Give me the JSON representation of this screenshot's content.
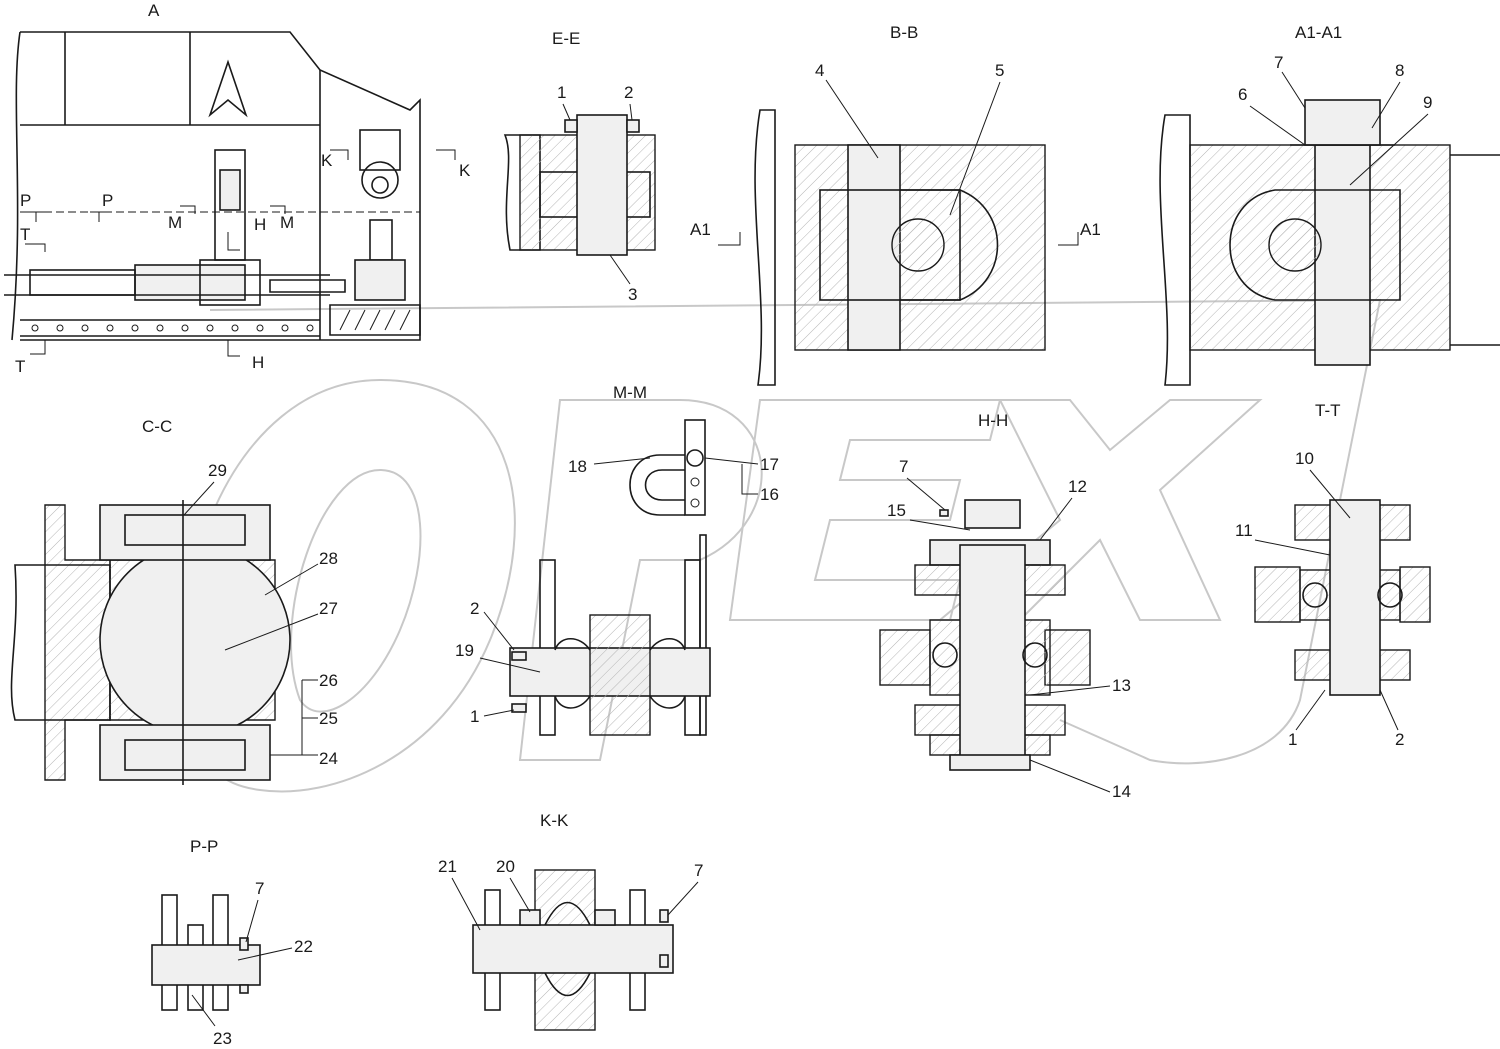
{
  "views": {
    "A": "A",
    "EE": "E-E",
    "BB": "B-B",
    "A1A1": "A1-A1",
    "CC": "C-C",
    "MM": "M-M",
    "HH": "H-H",
    "TT": "T-T",
    "PP": "P-P",
    "KK": "K-K"
  },
  "sections": {
    "P": "P",
    "T": "T",
    "M": "M",
    "H": "H",
    "K": "K",
    "A1": "A1"
  },
  "callouts": {
    "c1": "1",
    "c2": "2",
    "c3": "3",
    "c4": "4",
    "c5": "5",
    "c6": "6",
    "c7": "7",
    "c8": "8",
    "c9": "9",
    "c10": "10",
    "c11": "11",
    "c12": "12",
    "c13": "13",
    "c14": "14",
    "c15": "15",
    "c16": "16",
    "c17": "17",
    "c18": "18",
    "c19": "19",
    "c20": "20",
    "c21": "21",
    "c22": "22",
    "c23": "23",
    "c24": "24",
    "c25": "25",
    "c26": "26",
    "c27": "27",
    "c28": "28",
    "c29": "29"
  },
  "watermark": "OPEX"
}
